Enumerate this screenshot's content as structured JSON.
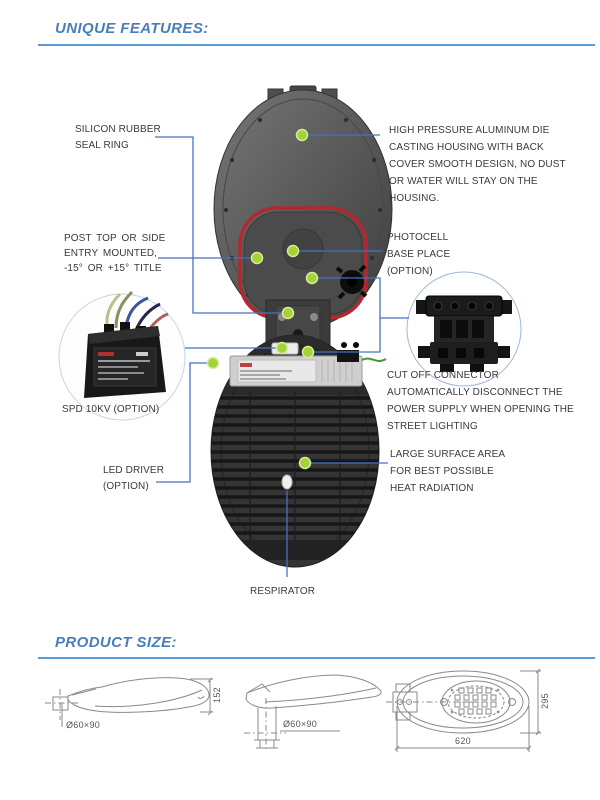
{
  "header": {
    "features_title": "UNIQUE FEATURES:",
    "size_title": "PRODUCT SIZE:"
  },
  "colors": {
    "accent_blue": "#4a7ebb",
    "rule_blue": "#5b9bd5",
    "callout_line_blue": "#4472c4",
    "marker_green": "#a4d338",
    "seal_ring_red": "#b5272b"
  },
  "callouts": {
    "silicon": {
      "lines": [
        "SILICON RUBBER",
        "SEAL RING"
      ]
    },
    "post_top": {
      "lines": [
        "POST TOP OR SIDE",
        "ENTRY MOUNTED,",
        "-15° OR +15° TITLE"
      ]
    },
    "spd": {
      "label": "SPD 10KV (OPTION)"
    },
    "led_driver": {
      "lines": [
        "LED DRIVER",
        "(OPTION)"
      ]
    },
    "high_pressure": {
      "lines": [
        "HIGH PRESSURE ALUMINUM DIE",
        "CASTING HOUSING WITH BACK",
        "COVER SMOOTH DESIGN, NO DUST",
        "OR WATER WILL STAY ON THE",
        "HOUSING."
      ]
    },
    "photocell": {
      "lines": [
        "PHOTOCELL",
        "BASE PLACE",
        "(OPTION)"
      ]
    },
    "cut_off": {
      "lines": [
        "CUT OFF CONNECTOR",
        "AUTOMATICALLY DISCONNECT THE",
        "POWER SUPPLY WHEN OPENING THE",
        "STREET LIGHTING"
      ]
    },
    "large_surface": {
      "lines": [
        "LARGE SURFACE AREA",
        "FOR BEST POSSIBLE",
        "HEAT RADIATION"
      ]
    },
    "respirator": {
      "label": "RESPIRATOR"
    }
  },
  "size_drawings": {
    "side_view": {
      "height_dim": "152",
      "pole_dim": "Ø60×90"
    },
    "tilt_view": {
      "pole_dim": "Ø60×90"
    },
    "top_view": {
      "width_dim": "620",
      "depth_dim": "295"
    }
  }
}
